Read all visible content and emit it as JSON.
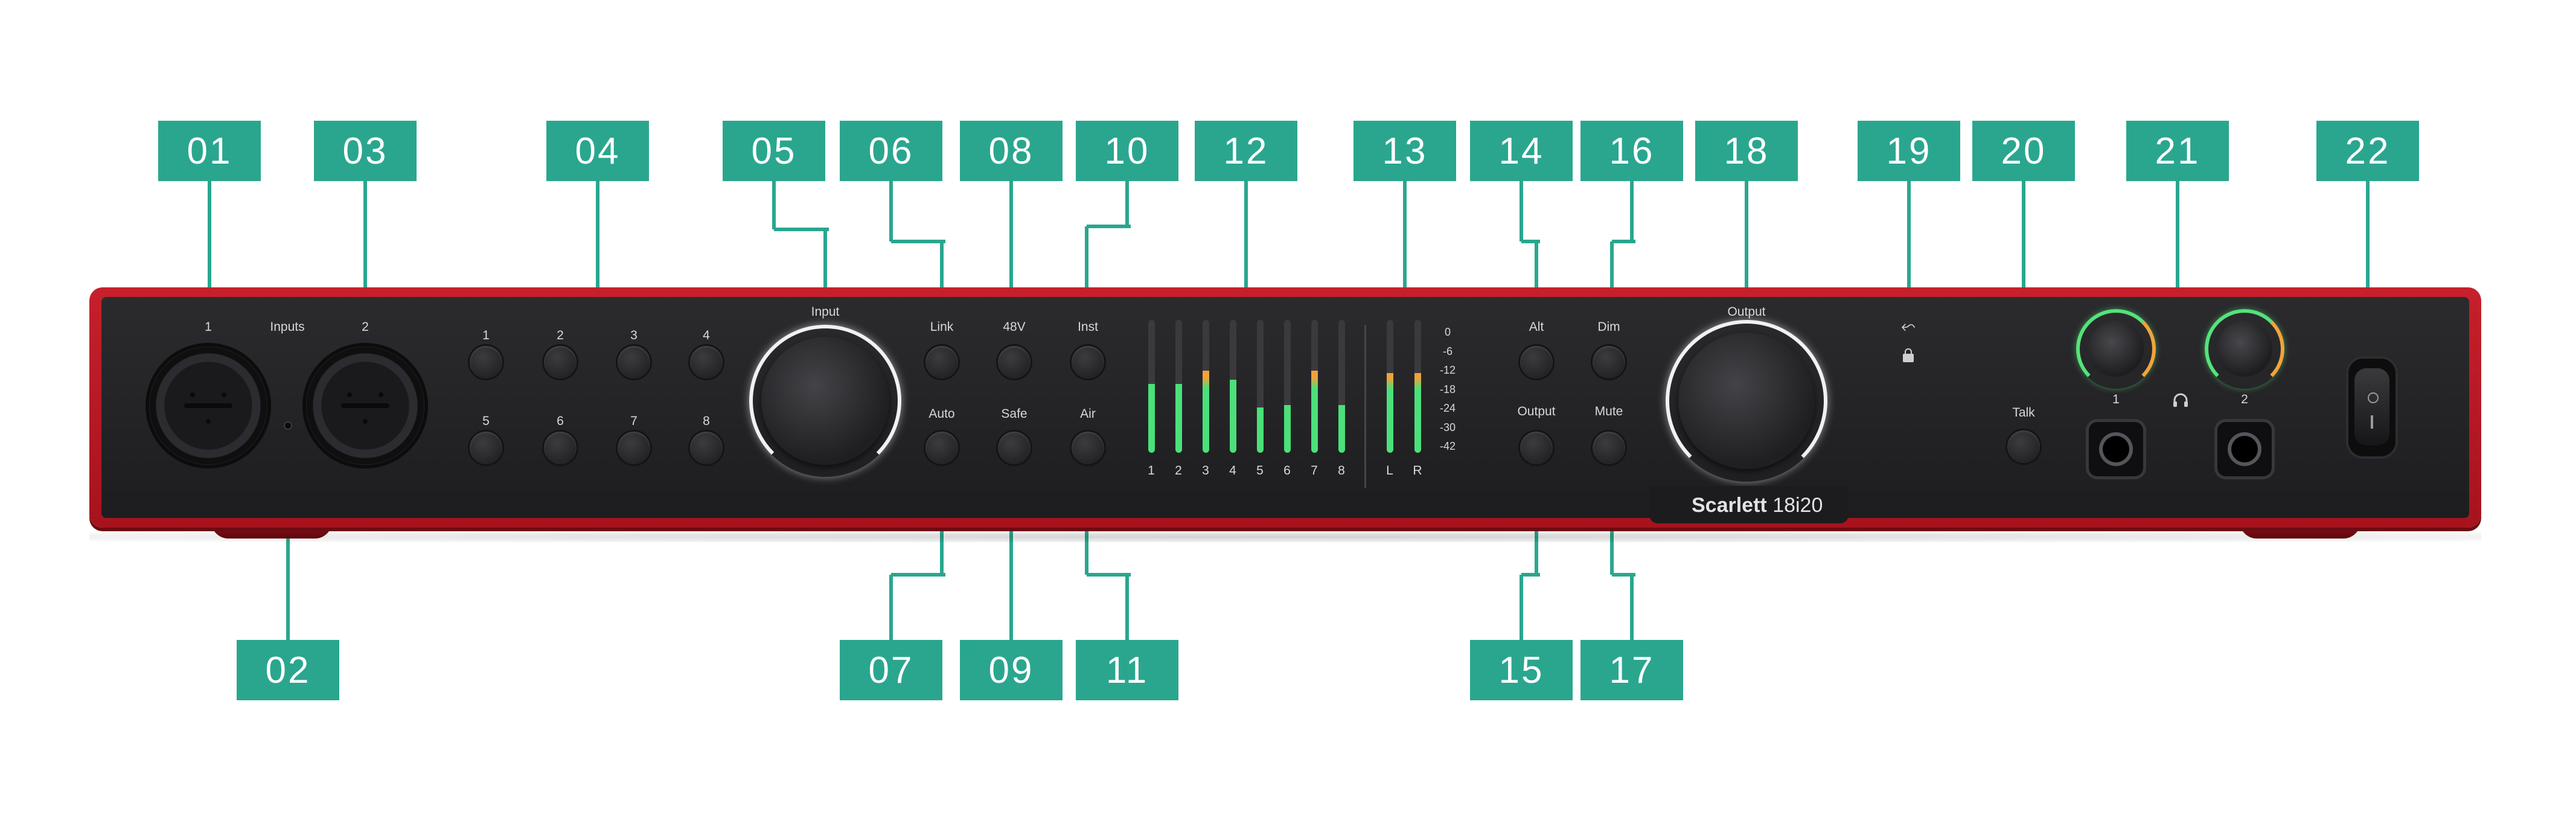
{
  "callouts": {
    "top": [
      "01",
      "03",
      "04",
      "05",
      "06",
      "08",
      "10",
      "12",
      "13",
      "14",
      "16",
      "18",
      "19",
      "20",
      "21",
      "22"
    ],
    "bottom": [
      "02",
      "07",
      "09",
      "11",
      "15",
      "17"
    ]
  },
  "device": {
    "brand": "Scarlett",
    "model": "18i20",
    "input_labels": {
      "in1": "1",
      "inputs": "Inputs",
      "in2": "2"
    },
    "select_buttons": {
      "top": [
        "1",
        "2",
        "3",
        "4"
      ],
      "bottom": [
        "5",
        "6",
        "7",
        "8"
      ]
    },
    "input_knob_label": "Input",
    "function_labels": [
      "Link",
      "48V",
      "Inst",
      "Auto",
      "Safe",
      "Air"
    ],
    "meter_channel_labels": [
      "1",
      "2",
      "3",
      "4",
      "5",
      "6",
      "7",
      "8"
    ],
    "meter_lr_labels": [
      "L",
      "R"
    ],
    "meter_scale": [
      "0",
      "-6",
      "-12",
      "-18",
      "-24",
      "-30",
      "-42"
    ],
    "monitor_labels": [
      "Alt",
      "Dim",
      "Output",
      "Mute"
    ],
    "output_knob_label": "Output",
    "talk_label": "Talk",
    "headphone_labels": [
      "1",
      "2"
    ],
    "meter_levels": [
      0.52,
      0.52,
      0.62,
      0.55,
      0.34,
      0.36,
      0.62,
      0.36
    ],
    "meter_lr_levels": [
      0.6,
      0.6
    ]
  },
  "colors": {
    "callout": "#2aa68f",
    "chassis": "#c6202c",
    "meter_green": "#4be07a",
    "meter_amber": "#f0a23a"
  },
  "icons": [
    "usb-icon",
    "lock-icon",
    "headphones-icon",
    "power-icon"
  ]
}
